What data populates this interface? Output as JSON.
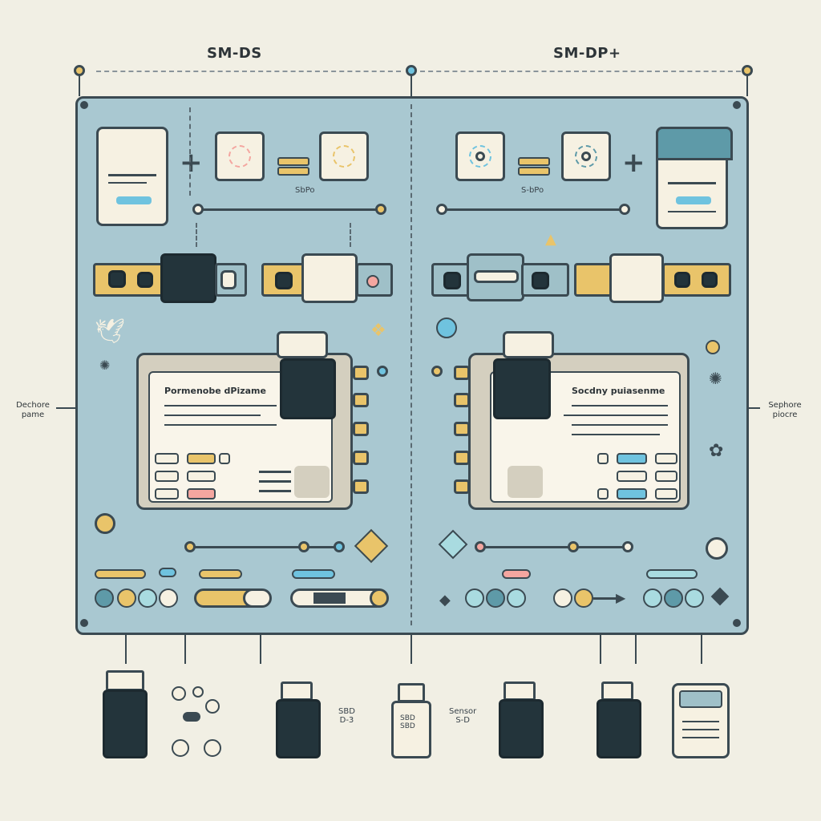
{
  "titles": {
    "left": "SM-DS",
    "right": "SM-DP+"
  },
  "side_labels": {
    "left": "Dechore pame",
    "right": "Sephore piocre"
  },
  "top_panel": {
    "left_tile_label": "SbPo",
    "right_tile_label": "S-bPo"
  },
  "cards": {
    "left": {
      "title": "Pormenobe dPizame"
    },
    "right": {
      "title": "Socdny puiasenme"
    }
  },
  "bottom": {
    "label_sbd": "SBD\nD-3",
    "label_sensor": "Sensor\nS-D",
    "stick_text": "SBD\nSBD"
  },
  "colors": {
    "board": "#a9c8d1",
    "outline": "#3b4a52",
    "gold": "#e9c46a",
    "chip": "#23343b",
    "cream": "#f6f1e2",
    "accent_blue": "#6fc3df",
    "accent_red": "#f4a6a0",
    "accent_teal": "#5e9aa8"
  },
  "icons": [
    "plus-icon",
    "equals-icon",
    "bird-icon",
    "sparkle-icon",
    "diamond-icon",
    "arrow-icon"
  ]
}
